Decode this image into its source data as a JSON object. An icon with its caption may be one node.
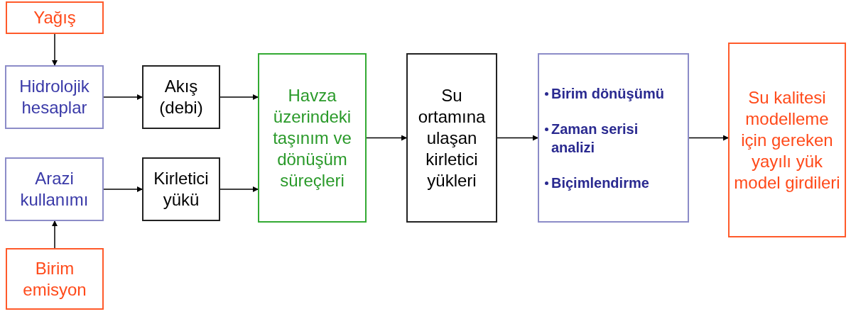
{
  "diagram": {
    "nodes": [
      {
        "text": [
          "Yağış"
        ]
      },
      {
        "text": [
          "Hidrolojik hesaplar"
        ]
      },
      {
        "text": [
          "Akış (debi)"
        ]
      },
      {
        "text": [
          "Arazi kullanımı"
        ]
      },
      {
        "text": [
          "Kirletici yükü"
        ]
      },
      {
        "text": [
          "Havza üzerindeki taşınım ve dönüşüm süreçleri"
        ]
      },
      {
        "text": [
          "Su ortamına ulaşan kirletici yükleri"
        ]
      },
      {
        "text": [
          "Birim dönüşümü",
          "Zaman serisi analizi",
          "Biçimlendirme"
        ]
      },
      {
        "text": [
          "Su kalitesi modelleme için gereken yayılı yük model girdileri"
        ]
      },
      {
        "text": [
          "Birim emisyon"
        ]
      }
    ],
    "edges": [
      {
        "from": 0,
        "to": 1,
        "arrow": "to"
      },
      {
        "from": 9,
        "to": 3,
        "arrow": "to"
      },
      {
        "from": 1,
        "to": 2,
        "arrow": "to"
      },
      {
        "from": 2,
        "to": 5,
        "arrow": "to"
      },
      {
        "from": 3,
        "to": 4,
        "arrow": "to"
      },
      {
        "from": 4,
        "to": 5,
        "arrow": "to"
      },
      {
        "from": 5,
        "to": 6,
        "arrow": "to"
      },
      {
        "from": 6,
        "to": 7,
        "arrow": "to"
      },
      {
        "from": 7,
        "to": 8,
        "arrow": "to"
      }
    ]
  }
}
